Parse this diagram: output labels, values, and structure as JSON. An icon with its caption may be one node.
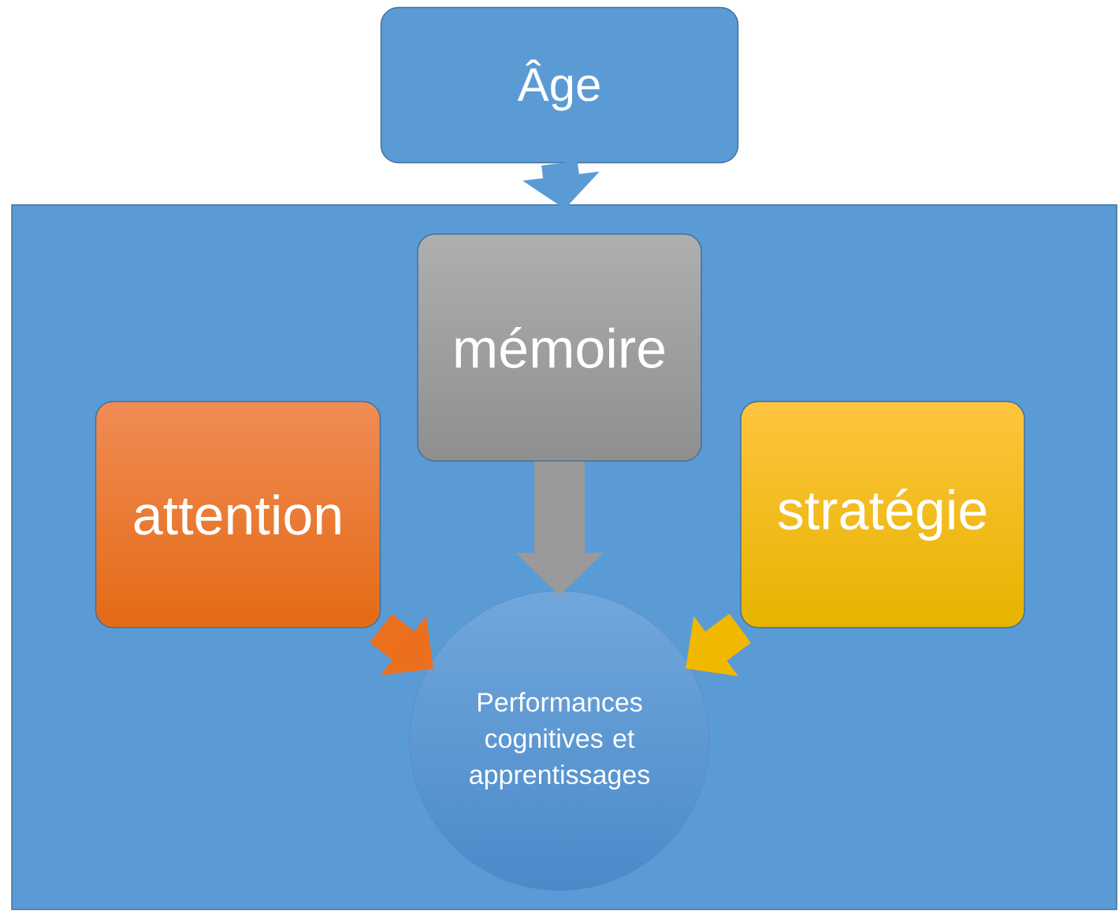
{
  "diagram": {
    "nodes": [
      {
        "text": [
          "Âge"
        ]
      },
      {
        "text": [],
        "shape": "box"
      },
      {
        "text": [
          "mémoire"
        ],
        "in": 1
      },
      {
        "text": [
          "attention"
        ],
        "in": 1
      },
      {
        "text": [
          "stratégie"
        ],
        "in": 1
      },
      {
        "text": [
          "Performances cognitives et apprentissages"
        ],
        "in": 1
      }
    ],
    "edges": [
      {
        "from": 0,
        "to": 1,
        "arrow": "to",
        "color": "#5b9bd5"
      },
      {
        "from": 2,
        "to": 5,
        "arrow": "to",
        "color": "#9a9a9a"
      },
      {
        "from": 3,
        "to": 5,
        "arrow": "to",
        "color": "#ec6f1e"
      },
      {
        "from": 4,
        "to": 5,
        "arrow": "to",
        "color": "#f0b800"
      }
    ]
  }
}
